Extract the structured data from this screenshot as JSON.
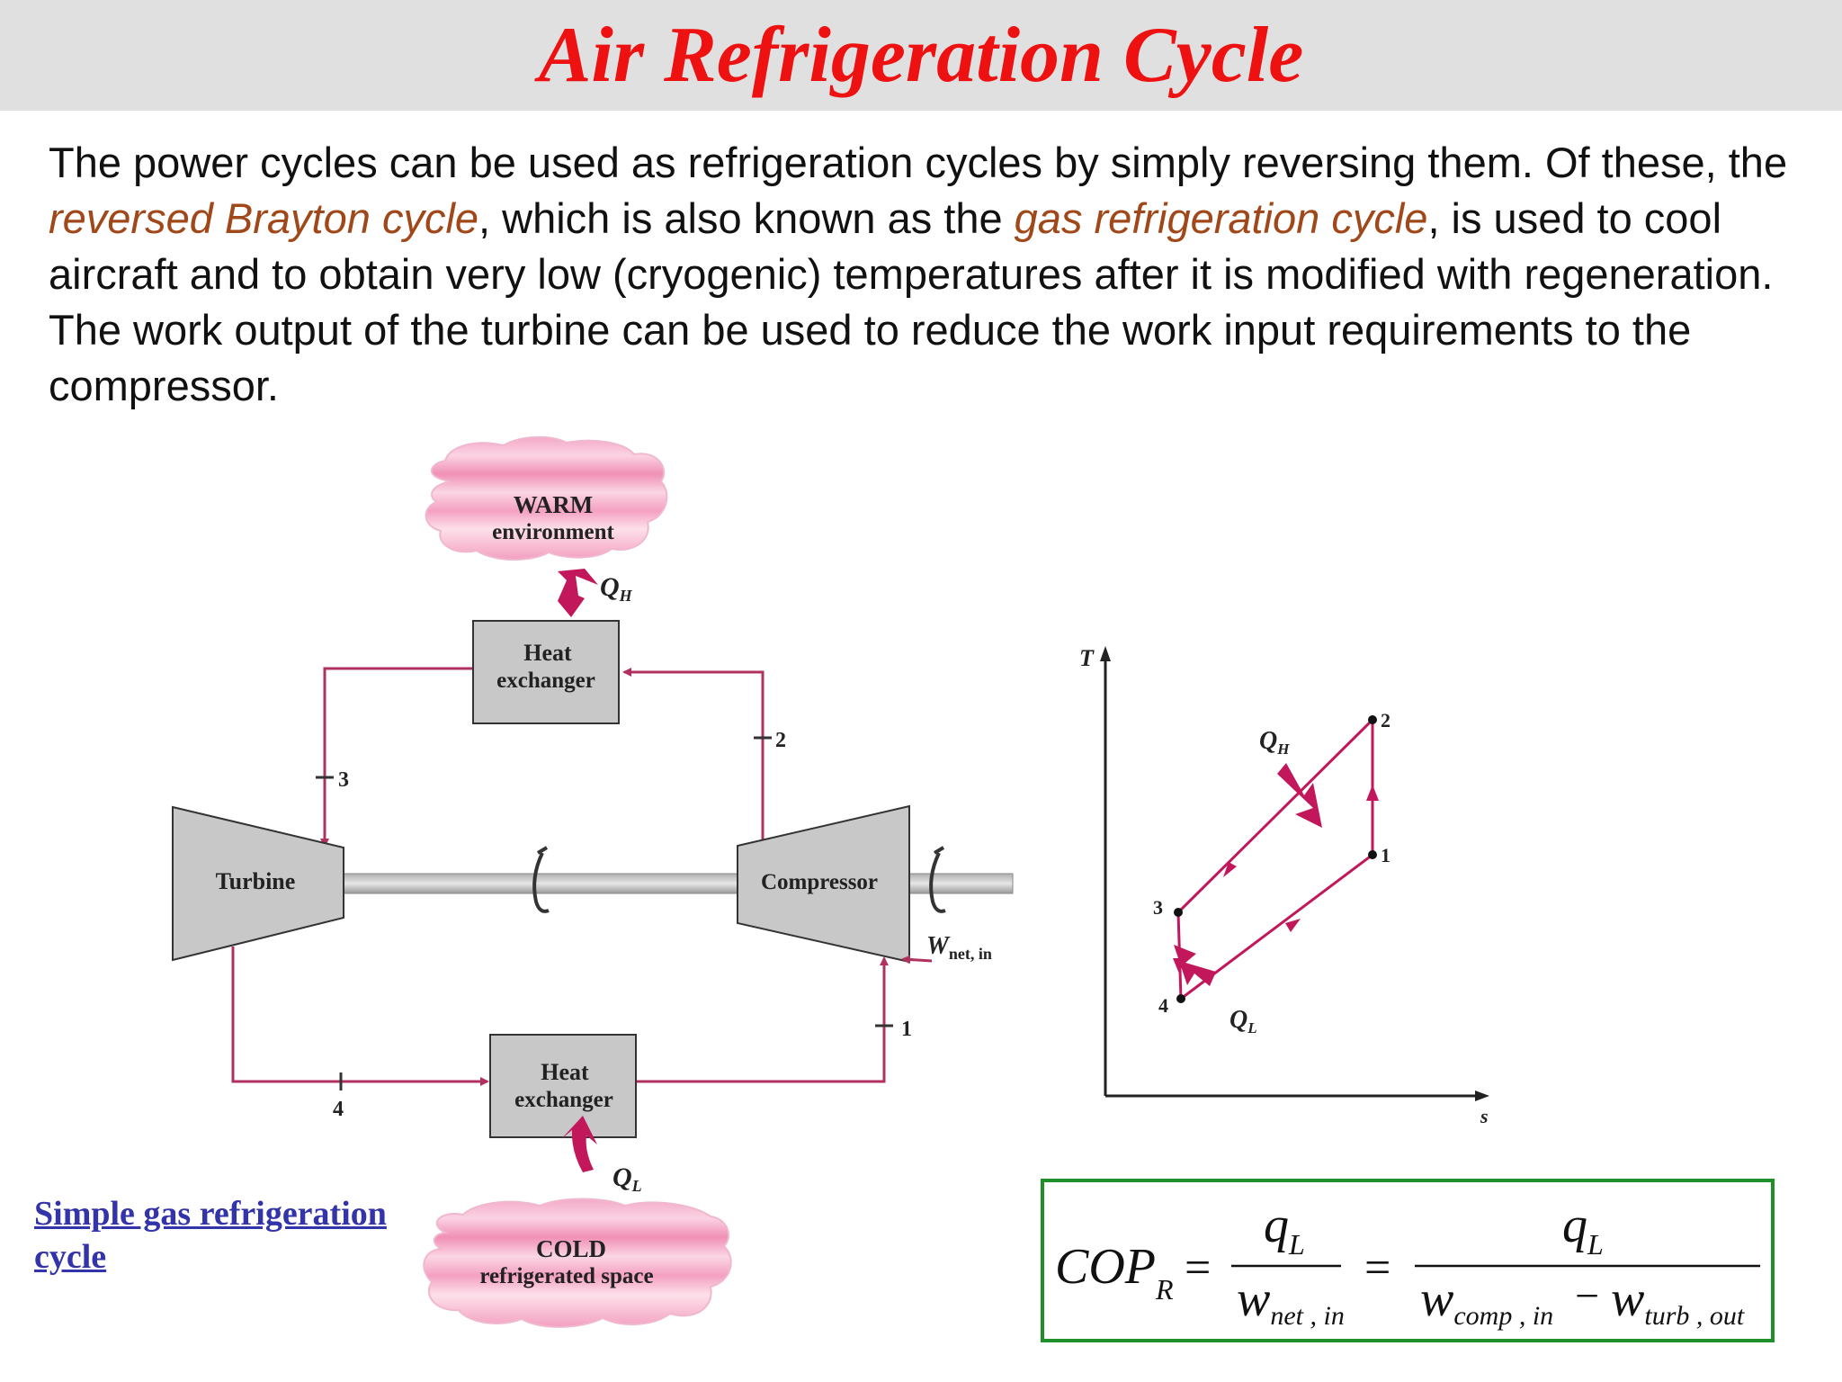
{
  "title": "Air Refrigeration Cycle",
  "intro": {
    "t1": "The power cycles can be used as refrigeration cycles by simply reversing them. Of these, the ",
    "h1": "reversed Brayton cycle",
    "t2": ", which is also known as the ",
    "h2": "gas refrigeration cycle",
    "t3": ", is used to cool aircraft and to obtain very low (cryogenic) temperatures after it is modified with regeneration. The work output of the turbine can be used to reduce the work input requirements to the compressor."
  },
  "schematic": {
    "warm_line1": "WARM",
    "warm_line2": "environment",
    "cold_line1": "COLD",
    "cold_line2": "refrigerated space",
    "hx_top_line1": "Heat",
    "hx_top_line2": "exchanger",
    "hx_bottom_line1": "Heat",
    "hx_bottom_line2": "exchanger",
    "turbine": "Turbine",
    "compressor": "Compressor",
    "qh": "Q",
    "qh_sub": "H",
    "ql": "Q",
    "ql_sub": "L",
    "w": "W",
    "w_sub": "net, in",
    "states": [
      "1",
      "2",
      "3",
      "4"
    ]
  },
  "ts_diagram": {
    "y_axis": "T",
    "x_axis": "s",
    "qh": "Q",
    "qh_sub": "H",
    "ql": "Q",
    "ql_sub": "L",
    "states": [
      "1",
      "2",
      "3",
      "4"
    ]
  },
  "caption": "Simple gas refrigeration cycle",
  "formula": {
    "lhs": "COP",
    "lhs_sub": "R",
    "eq": "=",
    "num": "q",
    "num_sub": "L",
    "den1": "w",
    "den1_sub": "net , in",
    "den2a": "w",
    "den2a_sub": "comp , in",
    "minus": "−",
    "den2b": "w",
    "den2b_sub": "turb , out"
  },
  "colors": {
    "title": "#ee1111",
    "highlight": "#a0481a",
    "pipe": "#b0305f",
    "arrow": "#c2185b",
    "formula_border": "#1f8f2a",
    "caption": "#3333aa"
  }
}
